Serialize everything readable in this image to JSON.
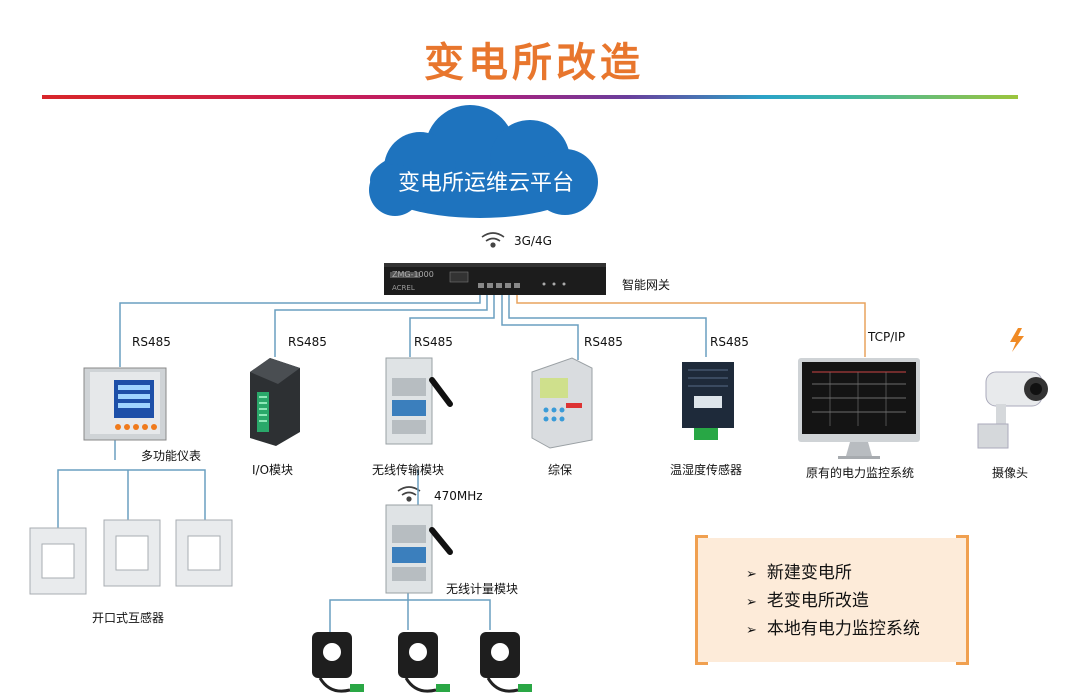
{
  "title": "变电所改造",
  "cloud": {
    "label": "变电所运维云平台"
  },
  "gateway": {
    "label": "智能网关",
    "network": "3G/4G",
    "model": "ZMG-1000",
    "brand": "ACREL"
  },
  "links": {
    "meter": "RS485",
    "io": "RS485",
    "wireless_tx": "RS485",
    "protection": "RS485",
    "temp_humidity": "RS485",
    "monitor": "TCP/IP"
  },
  "devices": {
    "meter": "多功能仪表",
    "io": "I/O模块",
    "wireless_tx": "无线传输模块",
    "protection": "综保",
    "temp_humidity": "温湿度传感器",
    "monitor": "原有的电力监控系统",
    "camera": "摄像头",
    "ct": "开口式互感器",
    "wireless_meter": "无线计量模块"
  },
  "wireless_freq": "470MHz",
  "features": [
    "新建变电所",
    "老变电所改造",
    "本地有电力监控系统"
  ],
  "colors": {
    "title": "#e8762d",
    "cloud": "#1e73be",
    "line_blue": "#6a9fc0",
    "line_orange": "#e8a35e",
    "bracket": "#f0a050"
  }
}
